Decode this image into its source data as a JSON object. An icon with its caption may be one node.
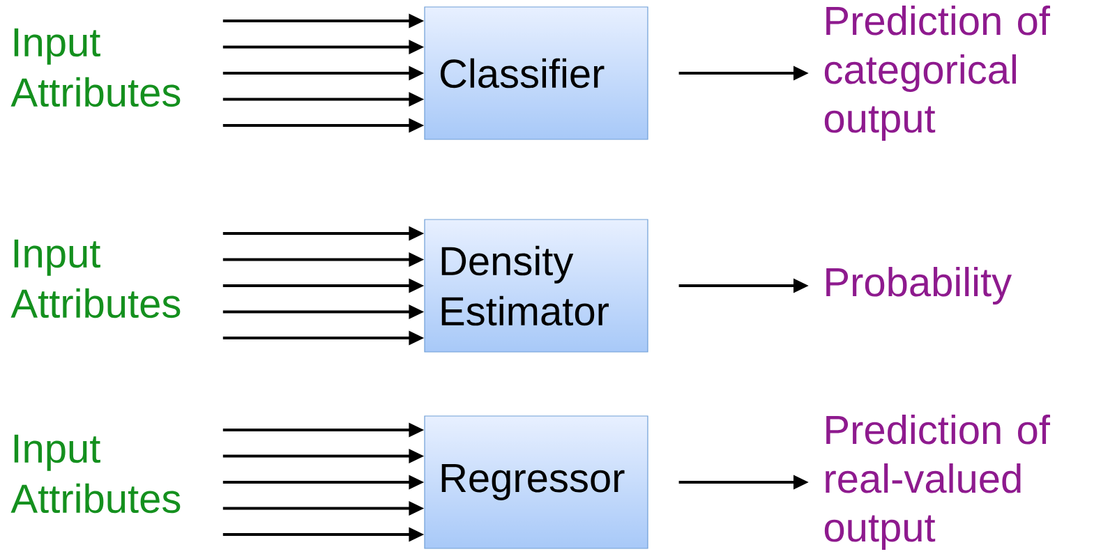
{
  "diagram": {
    "nodes": [
      {
        "text": [
          "Input Attributes"
        ]
      },
      {
        "text": [
          "Classifier"
        ]
      },
      {
        "text": [
          "Prediction of categorical output"
        ]
      },
      {
        "text": [
          "Input Attributes"
        ]
      },
      {
        "text": [
          "Density Estimator"
        ]
      },
      {
        "text": [
          "Probability"
        ]
      },
      {
        "text": [
          "Input Attributes"
        ]
      },
      {
        "text": [
          "Regressor"
        ]
      },
      {
        "text": [
          "Prediction of real-valued output"
        ]
      }
    ],
    "edges": [
      {
        "from": 0,
        "to": 1,
        "arrow": "to"
      },
      {
        "from": 0,
        "to": 1,
        "arrow": "to"
      },
      {
        "from": 0,
        "to": 1,
        "arrow": "to"
      },
      {
        "from": 0,
        "to": 1,
        "arrow": "to"
      },
      {
        "from": 0,
        "to": 1,
        "arrow": "to"
      },
      {
        "from": 1,
        "to": 2,
        "arrow": "to"
      },
      {
        "from": 3,
        "to": 4,
        "arrow": "to"
      },
      {
        "from": 3,
        "to": 4,
        "arrow": "to"
      },
      {
        "from": 3,
        "to": 4,
        "arrow": "to"
      },
      {
        "from": 3,
        "to": 4,
        "arrow": "to"
      },
      {
        "from": 3,
        "to": 4,
        "arrow": "to"
      },
      {
        "from": 4,
        "to": 5,
        "arrow": "to"
      },
      {
        "from": 6,
        "to": 7,
        "arrow": "to"
      },
      {
        "from": 6,
        "to": 7,
        "arrow": "to"
      },
      {
        "from": 6,
        "to": 7,
        "arrow": "to"
      },
      {
        "from": 6,
        "to": 7,
        "arrow": "to"
      },
      {
        "from": 6,
        "to": 7,
        "arrow": "to"
      },
      {
        "from": 7,
        "to": 8,
        "arrow": "to"
      }
    ]
  }
}
